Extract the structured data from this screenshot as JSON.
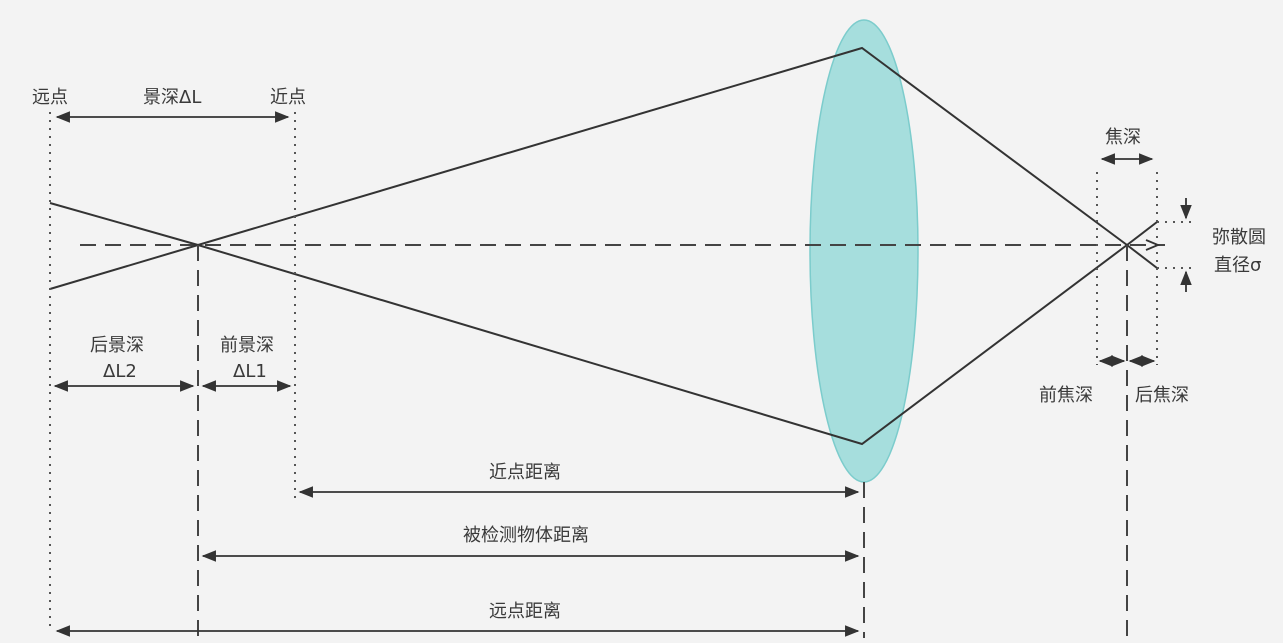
{
  "labels": {
    "far_point": "远点",
    "depth_of_field": "景深ΔL",
    "near_point": "近点",
    "depth_of_focus": "焦深",
    "coc_line1": "弥散圆",
    "coc_line2": "直径σ",
    "rear_dof_line1": "后景深",
    "rear_dof_line2": "ΔL2",
    "front_dof_line1": "前景深",
    "front_dof_line2": "ΔL1",
    "front_focus_depth": "前焦深",
    "rear_focus_depth": "后焦深",
    "near_point_distance": "近点距离",
    "object_distance": "被检测物体距离",
    "far_point_distance": "远点距离"
  },
  "colors": {
    "lens_fill": "#a6dedd",
    "lens_stroke": "#7ccccc",
    "background": "#f3f3f3",
    "line": "#333333"
  }
}
